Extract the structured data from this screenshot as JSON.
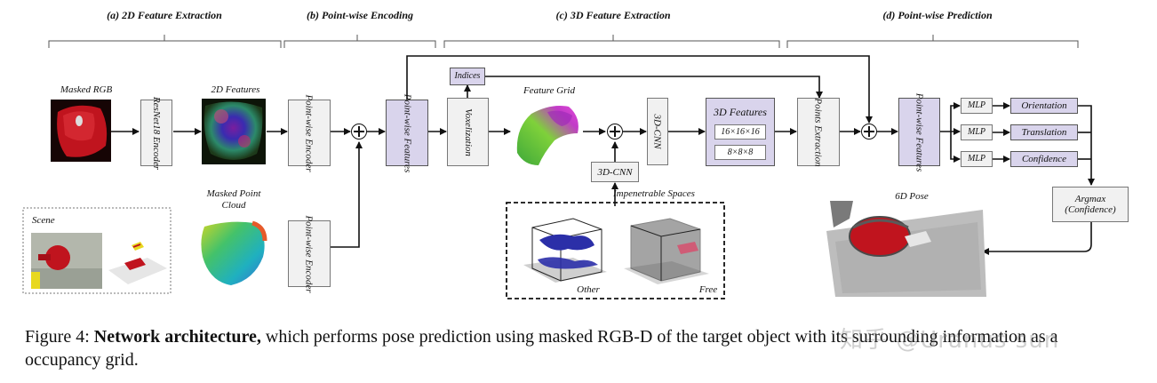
{
  "sections": {
    "a": "(a) 2D Feature Extraction",
    "b": "(b) Point-wise Encoding",
    "c": "(c) 3D Feature Extraction",
    "d": "(d) Point-wise Prediction"
  },
  "labels": {
    "masked_rgb": "Masked RGB",
    "features_2d": "2D Features",
    "masked_point_cloud": "Masked Point Cloud",
    "scene": "Scene",
    "feature_grid": "Feature Grid",
    "impenetrable_spaces": "Impenetrable Spaces",
    "other": "Other",
    "free": "Free",
    "pose_6d": "6D Pose"
  },
  "boxes": {
    "resnet": "ResNet18 Encoder",
    "pw_encoder_top": "Point-wise Encoder",
    "pw_encoder_bottom": "Point-wise Encoder",
    "pw_features_1": "Point-wise Features",
    "indices": "Indices",
    "voxelization": "Voxelization",
    "cnn3d_small": "3D-CNN",
    "cnn3d": "3D-CNN",
    "features_3d": "3D Features",
    "res_16": "16×16×16",
    "res_8": "8×8×8",
    "points_extraction": "Points Extraction",
    "pw_features_2": "Point-wise Features",
    "mlp1": "MLP",
    "mlp2": "MLP",
    "mlp3": "MLP",
    "orientation": "Orientation",
    "translation": "Translation",
    "confidence": "Confidence",
    "argmax": "Argmax (Confidence)"
  },
  "caption": {
    "prefix": "Figure 4: ",
    "bold": "Network architecture,",
    "rest": " which performs pose prediction using masked RGB-D of the target object with its surrounding information as a occupancy grid."
  },
  "watermark": "知乎 @Uranus sun",
  "colors": {
    "feature_box": "#d9d4ec",
    "plain_box": "#f1f1f1",
    "mask_red": "#c0141e"
  }
}
